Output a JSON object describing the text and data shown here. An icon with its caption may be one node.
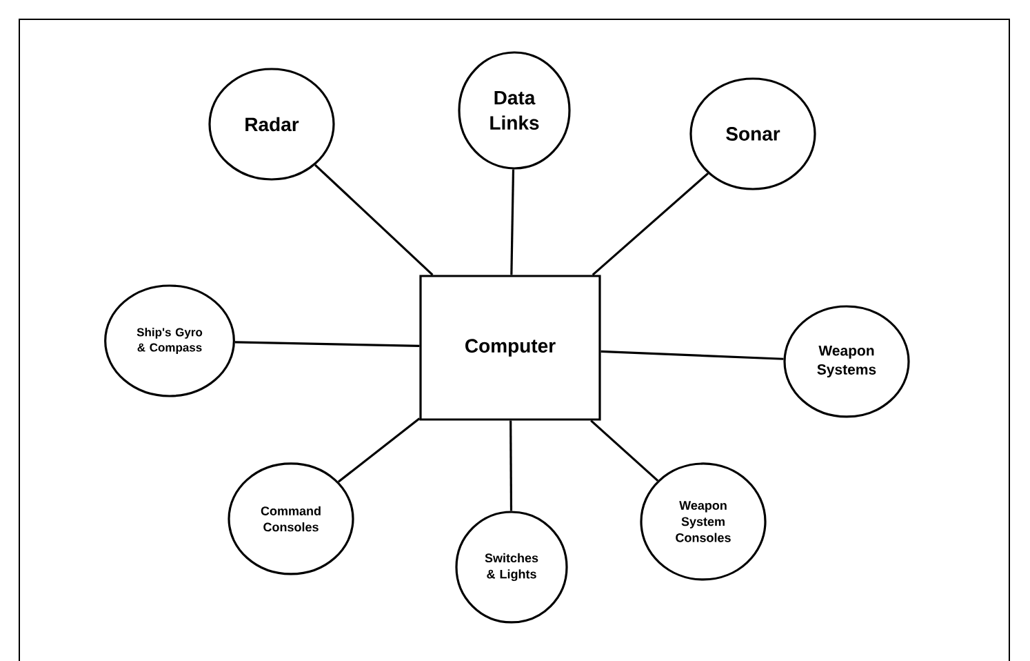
{
  "diagram": {
    "nodes": [
      {
        "text": [
          "Radar"
        ]
      },
      {
        "text": [
          "Data Links"
        ]
      },
      {
        "text": [
          "Sonar"
        ]
      },
      {
        "text": [
          "Ship's Gyro & Compass"
        ]
      },
      {
        "text": [
          "Computer"
        ]
      },
      {
        "text": [
          "Weapon Systems"
        ]
      },
      {
        "text": [
          "Command Consoles"
        ]
      },
      {
        "text": [
          "Switches & Lights"
        ]
      },
      {
        "text": [
          "Weapon System Consoles"
        ]
      }
    ],
    "edges": [
      {
        "from": 4,
        "to": 0,
        "arrow": "none"
      },
      {
        "from": 4,
        "to": 1,
        "arrow": "none"
      },
      {
        "from": 4,
        "to": 2,
        "arrow": "none"
      },
      {
        "from": 4,
        "to": 3,
        "arrow": "none"
      },
      {
        "from": 4,
        "to": 5,
        "arrow": "none"
      },
      {
        "from": 4,
        "to": 6,
        "arrow": "none"
      },
      {
        "from": 4,
        "to": 7,
        "arrow": "none"
      },
      {
        "from": 4,
        "to": 8,
        "arrow": "none"
      }
    ]
  }
}
